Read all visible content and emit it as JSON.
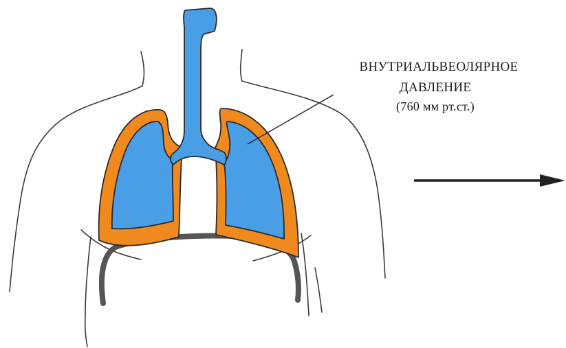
{
  "label": {
    "line1": "ВНУТРИАЛЬВЕОЛЯРНОЕ",
    "line2": "ДАВЛЕНИЕ",
    "line3": "(760 мм рт.ст.)"
  },
  "colors": {
    "lung_fill": "#4a9ee6",
    "pleura_fill": "#f08a1e",
    "outline": "#2a2a2a",
    "diaphragm": "#555555",
    "body_outline": "#3a3a3a",
    "arrow": "#222222",
    "background": "#ffffff"
  },
  "icons": {
    "arrow": "arrow-right-icon"
  }
}
